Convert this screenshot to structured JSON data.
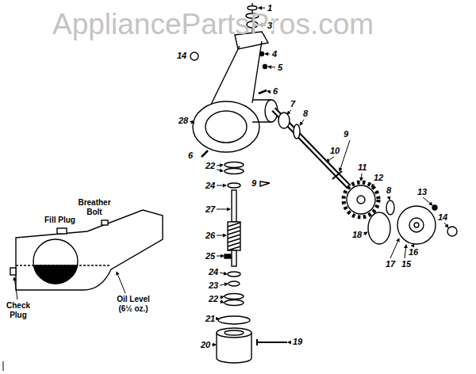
{
  "diagram": {
    "labels": [
      "AppliancePartsPros.com",
      "1",
      "3",
      "14",
      "4",
      "5",
      "6",
      "7",
      "8",
      "28",
      "9",
      "10",
      "6",
      "22",
      "11",
      "12",
      "9",
      "24",
      "8",
      "13",
      "27",
      "Breather Bolt",
      "14",
      "Fill Plug",
      "26",
      "18",
      "16",
      "25",
      "17",
      "15",
      "24",
      "23",
      "22",
      "Oil Level (6½ oz.)",
      "Check Plug",
      "21",
      "19",
      "20"
    ]
  }
}
